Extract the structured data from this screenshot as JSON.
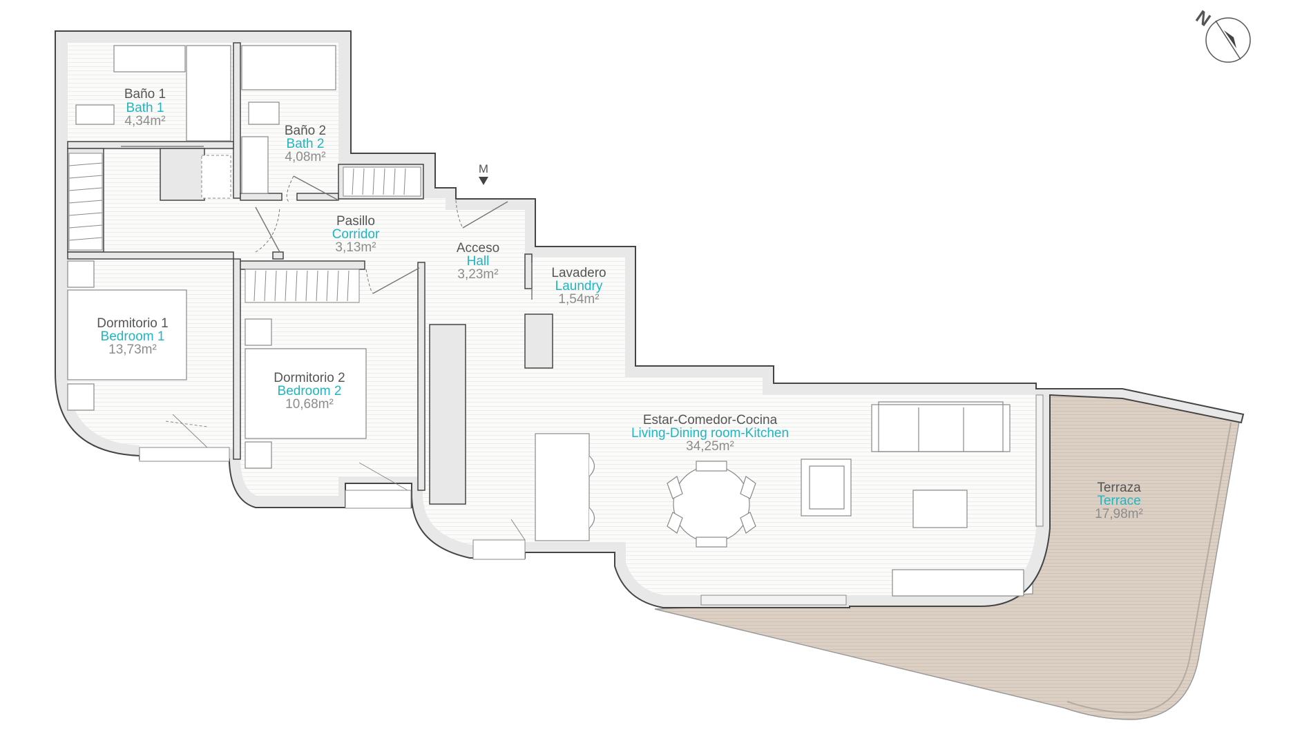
{
  "rooms": [
    {
      "id": "bath1",
      "es": "Baño 1",
      "en": "Bath 1",
      "area": "4,34m²"
    },
    {
      "id": "bath2",
      "es": "Baño 2",
      "en": "Bath 2",
      "area": "4,08m²"
    },
    {
      "id": "corridor",
      "es": "Pasillo",
      "en": "Corridor",
      "area": "3,13m²"
    },
    {
      "id": "hall",
      "es": "Acceso",
      "en": "Hall",
      "area": "3,23m²"
    },
    {
      "id": "laundry",
      "es": "Lavadero",
      "en": "Laundry",
      "area": "1,54m²"
    },
    {
      "id": "bedroom1",
      "es": "Dormitorio 1",
      "en": "Bedroom 1",
      "area": "13,73m²"
    },
    {
      "id": "bedroom2",
      "es": "Dormitorio 2",
      "en": "Bedroom 2",
      "area": "10,68m²"
    },
    {
      "id": "living",
      "es": "Estar-Comedor-Cocina",
      "en": "Living-Dining room-Kitchen",
      "area": "34,25m²"
    },
    {
      "id": "terrace",
      "es": "Terraza",
      "en": "Terrace",
      "area": "17,98m²"
    }
  ],
  "entrance_marker": "M",
  "north_marker": "N",
  "colors": {
    "wall": "#e8e8e8",
    "wall_outline": "#444444",
    "floor": "#fbfbfa",
    "floor_lines": "#ececec",
    "terrace": "#dcd0c4",
    "label_es": "#555555",
    "label_en": "#1fb5c2",
    "label_area": "#8c8c8c"
  }
}
